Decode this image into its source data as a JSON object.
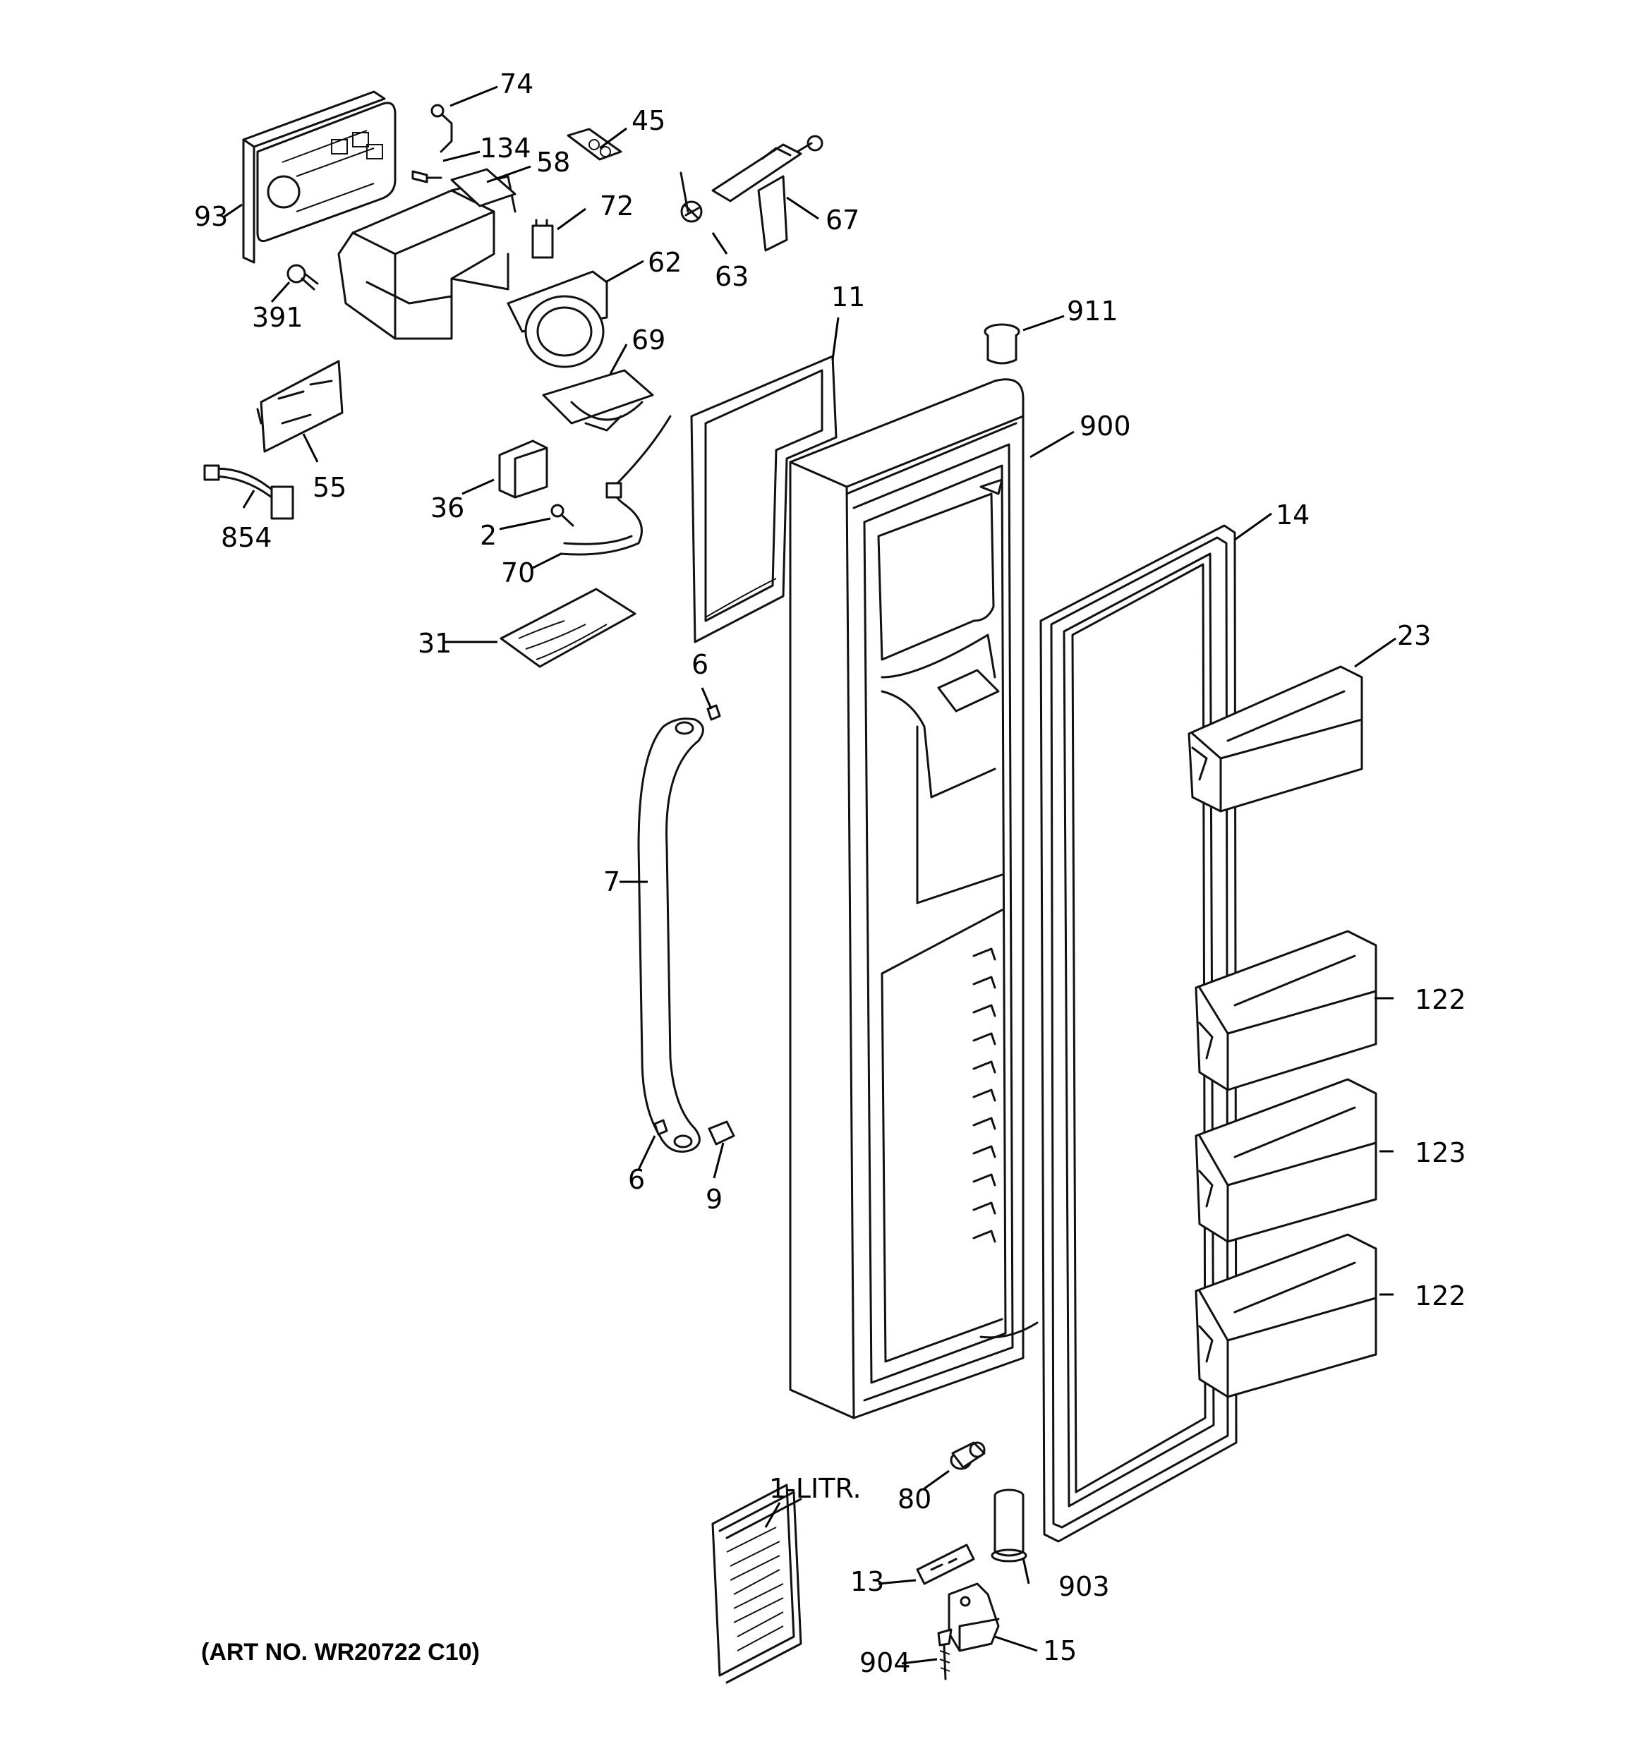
{
  "art_number": "(ART NO. WR20722 C10)",
  "callouts": [
    {
      "id": "c74",
      "text": "74"
    },
    {
      "id": "c45",
      "text": "45"
    },
    {
      "id": "c134",
      "text": "134"
    },
    {
      "id": "c58",
      "text": "58"
    },
    {
      "id": "c93",
      "text": "93"
    },
    {
      "id": "c72",
      "text": "72"
    },
    {
      "id": "c67",
      "text": "67"
    },
    {
      "id": "c63",
      "text": "63"
    },
    {
      "id": "c62",
      "text": "62"
    },
    {
      "id": "c391",
      "text": "391"
    },
    {
      "id": "c11",
      "text": "11"
    },
    {
      "id": "c911",
      "text": "911"
    },
    {
      "id": "c69",
      "text": "69"
    },
    {
      "id": "c900",
      "text": "900"
    },
    {
      "id": "c55",
      "text": "55"
    },
    {
      "id": "c36",
      "text": "36"
    },
    {
      "id": "c854",
      "text": "854"
    },
    {
      "id": "c2",
      "text": "2"
    },
    {
      "id": "c14",
      "text": "14"
    },
    {
      "id": "c70",
      "text": "70"
    },
    {
      "id": "c31",
      "text": "31"
    },
    {
      "id": "c23",
      "text": "23"
    },
    {
      "id": "c6a",
      "text": "6"
    },
    {
      "id": "c7",
      "text": "7"
    },
    {
      "id": "c122a",
      "text": "122"
    },
    {
      "id": "c123",
      "text": "123"
    },
    {
      "id": "c6b",
      "text": "6"
    },
    {
      "id": "c9",
      "text": "9"
    },
    {
      "id": "c122b",
      "text": "122"
    },
    {
      "id": "c1litr",
      "text": "1-LITR."
    },
    {
      "id": "c80",
      "text": "80"
    },
    {
      "id": "c13",
      "text": "13"
    },
    {
      "id": "c903",
      "text": "903"
    },
    {
      "id": "c904",
      "text": "904"
    },
    {
      "id": "c15",
      "text": "15"
    }
  ]
}
